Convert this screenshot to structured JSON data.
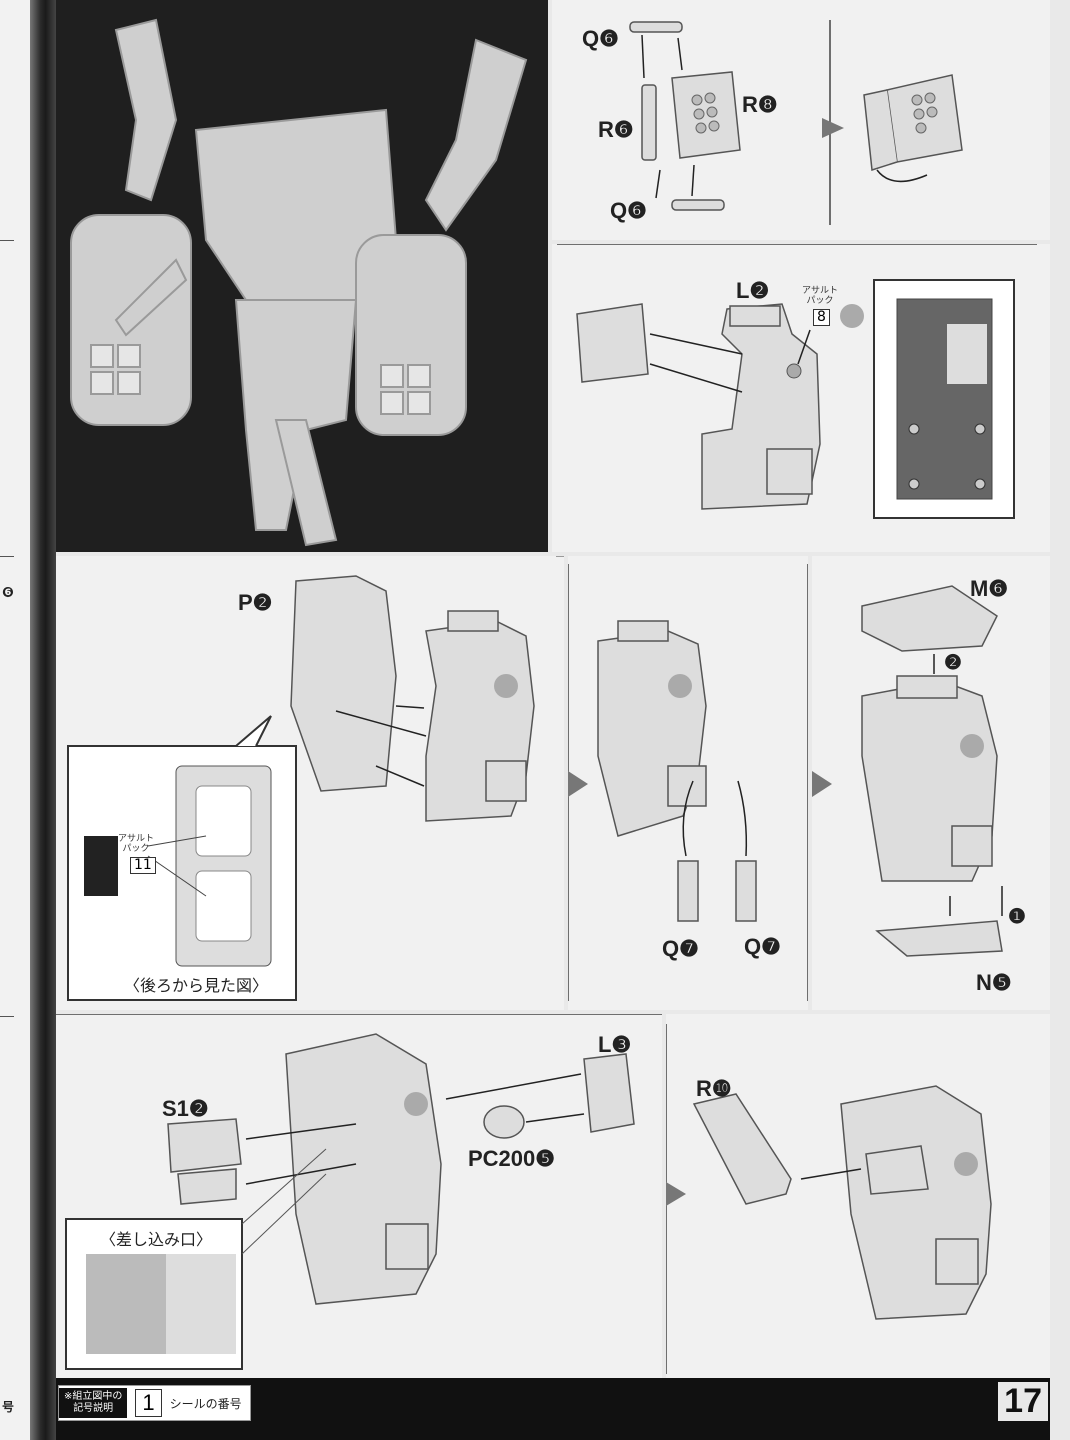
{
  "left_margin": {
    "fragment_number": "❻",
    "fragment_bottom": "号"
  },
  "step1": {
    "labels": {
      "q6_top": "Q❻",
      "r6": "R❻",
      "r8": "R❽",
      "q6_bottom": "Q❻"
    }
  },
  "step2": {
    "labels": {
      "l2": "L❷"
    },
    "sticker_note": "アサルト\nパック",
    "sticker_number": "8"
  },
  "step3": {
    "labels": {
      "p2": "P❷"
    },
    "inset_sticker_note": "アサルト\nパック",
    "inset_sticker_number": "11",
    "inset_caption": "〈後ろから見た図〉"
  },
  "step4": {
    "labels": {
      "q7_left": "Q❼",
      "q7_right": "Q❼"
    }
  },
  "step5": {
    "labels": {
      "m6": "M❻",
      "n5": "N❺"
    },
    "order_1": "❶",
    "order_2": "❷"
  },
  "step6": {
    "labels": {
      "s12": "S1❷",
      "l3": "L❸",
      "pc200": "PC200❺"
    },
    "inset_caption": "〈差し込み口〉"
  },
  "step7": {
    "labels": {
      "r10": "R❿"
    }
  },
  "footer": {
    "legend_title": "※組立図中の\n記号説明",
    "legend_number": "1",
    "legend_desc": "シールの番号",
    "page_number": "17"
  }
}
